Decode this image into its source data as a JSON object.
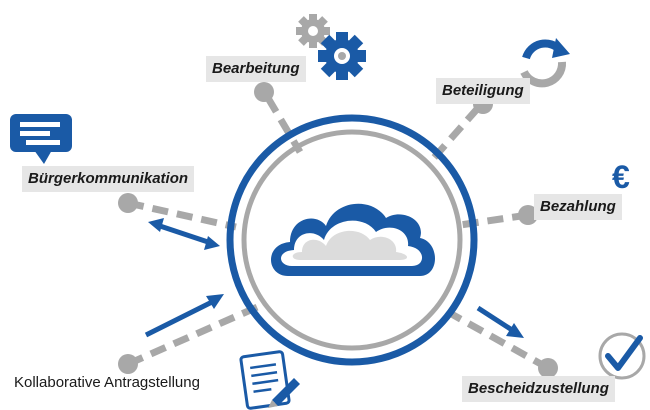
{
  "labels": {
    "bearbeitung": "Bearbeitung",
    "beteiligung": "Beteiligung",
    "buergerkommunikation": "Bürgerkommunikation",
    "bezahlung": "Bezahlung",
    "kollaborative": "Kollaborative Antragstellung",
    "bescheidzustellung": "Bescheidzustellung"
  },
  "colors": {
    "blue": "#1a5aa6",
    "gray": "#a8a8a8",
    "label_bg": "#e6e6e6",
    "cloud_fill": "#dcdcdc"
  },
  "icons": {
    "bearbeitung": "gears-icon",
    "beteiligung": "refresh-icon",
    "buergerkommunikation": "chat-bubble-icon",
    "bezahlung": "euro-icon",
    "kollaborative": "document-pen-icon",
    "bescheidzustellung": "checkmark-icon",
    "center": "cloud-icon"
  }
}
